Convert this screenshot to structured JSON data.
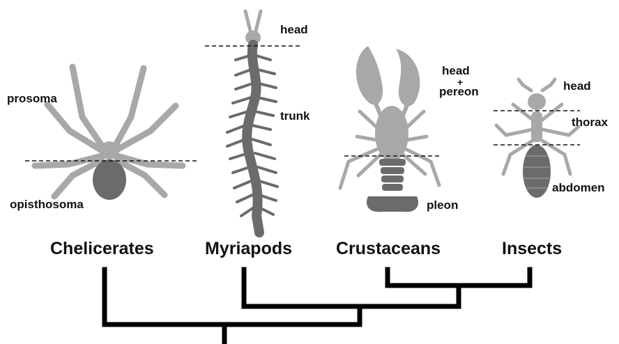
{
  "groups": [
    {
      "name": "Chelicerates",
      "labels": [
        "prosoma",
        "opisthosoma"
      ]
    },
    {
      "name": "Myriapods",
      "labels": [
        "head",
        "trunk"
      ]
    },
    {
      "name": "Crustaceans",
      "labels": [
        "head",
        "+",
        "pereon",
        "pleon"
      ]
    },
    {
      "name": "Insects",
      "labels": [
        "head",
        "thorax",
        "abdomen"
      ]
    }
  ],
  "colors": {
    "light_segment": "#a8a8a8",
    "dark_segment": "#6b6b6b",
    "tree_line": "#000000",
    "text": "#111111"
  },
  "icons": [
    "spider-icon",
    "centipede-icon",
    "lobster-icon",
    "ant-icon"
  ]
}
